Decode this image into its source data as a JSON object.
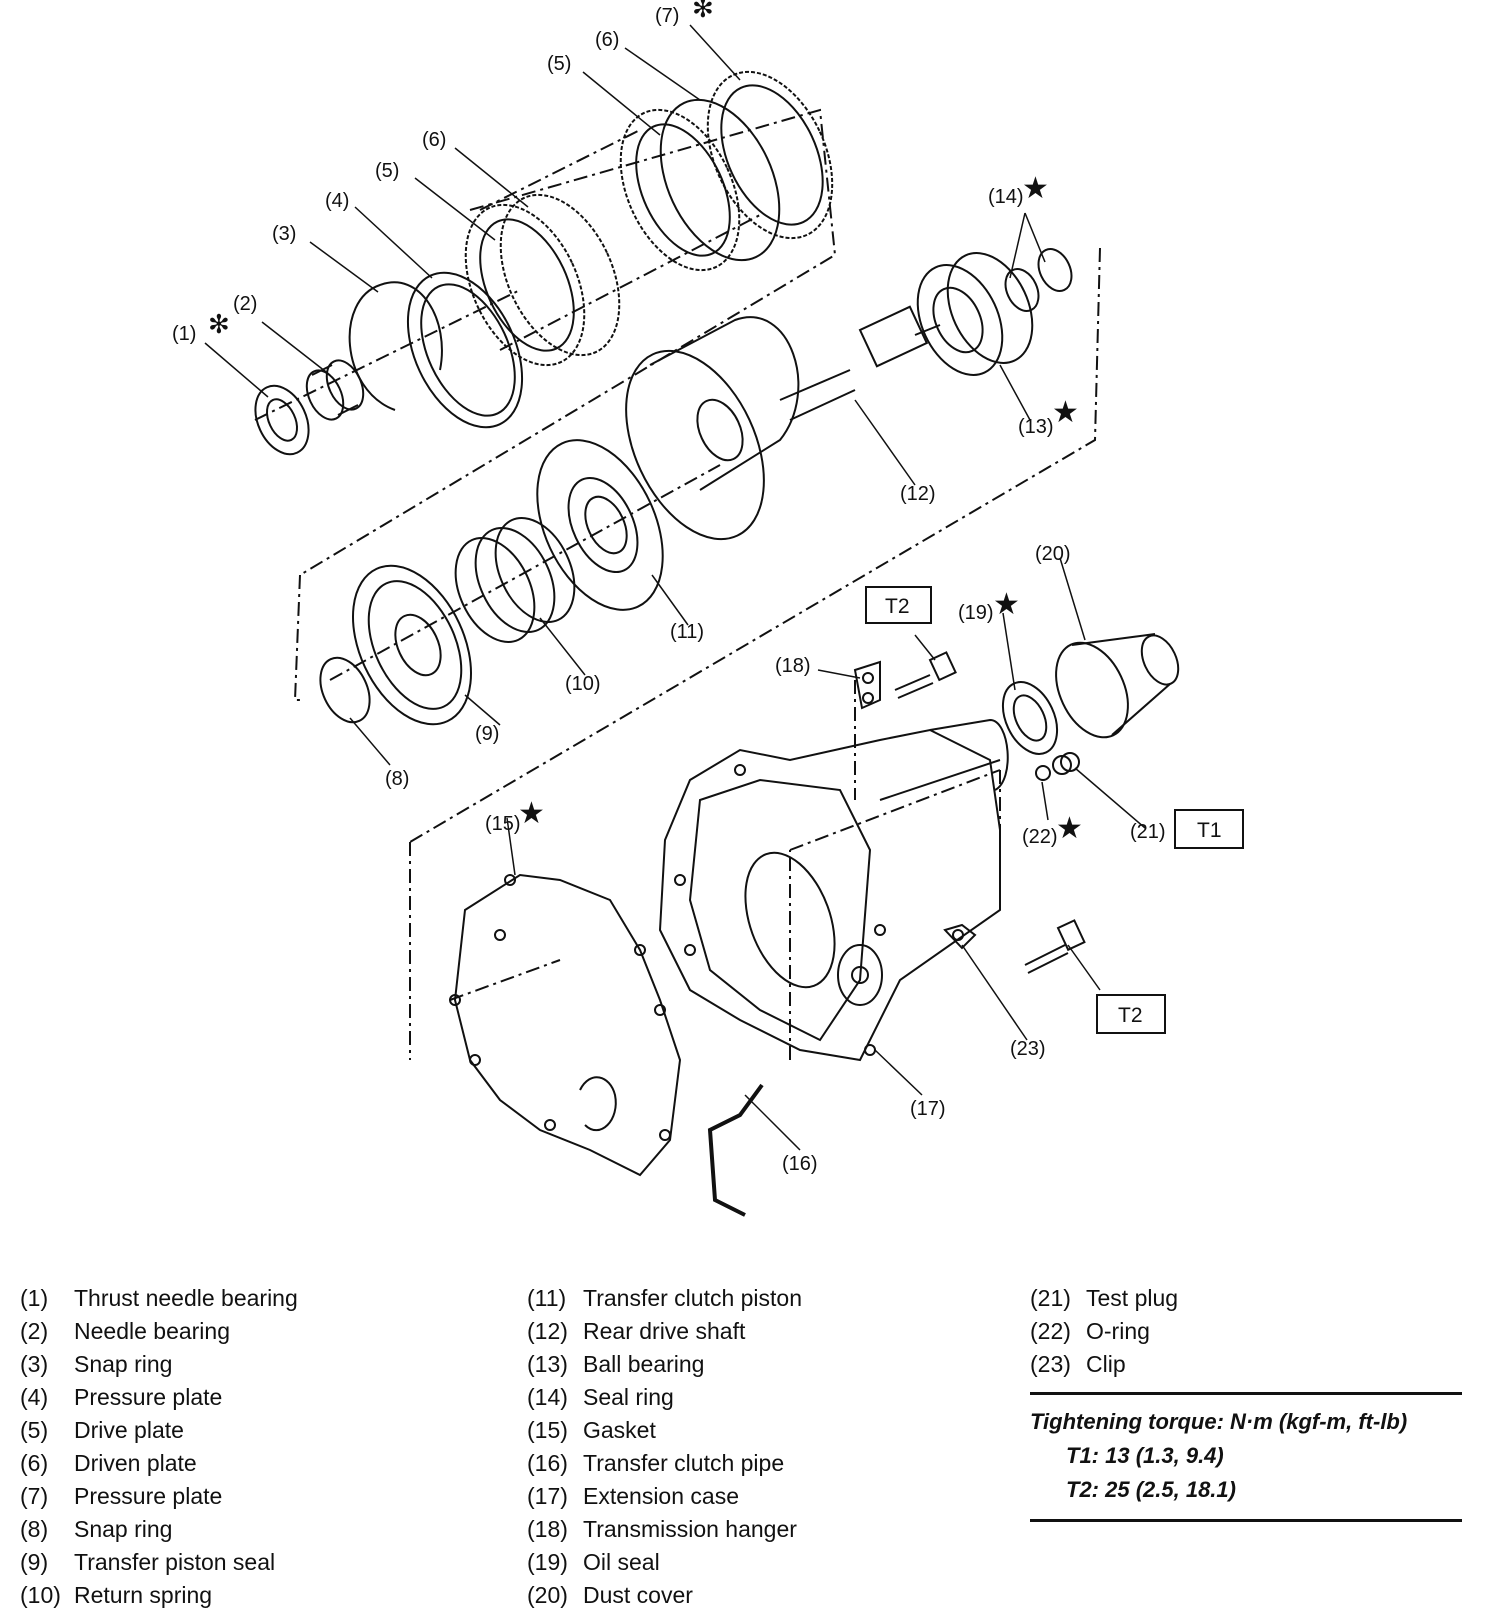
{
  "callouts": {
    "c1": "(1)",
    "c2": "(2)",
    "c3": "(3)",
    "c4": "(4)",
    "c5a": "(5)",
    "c5b": "(5)",
    "c6a": "(6)",
    "c6b": "(6)",
    "c7": "(7)",
    "c8": "(8)",
    "c9": "(9)",
    "c10": "(10)",
    "c11": "(11)",
    "c12": "(12)",
    "c13": "(13)",
    "c14": "(14)",
    "c15": "(15)",
    "c16": "(16)",
    "c17": "(17)",
    "c18": "(18)",
    "c19": "(19)",
    "c20": "(20)",
    "c21": "(21)",
    "c22": "(22)",
    "c23": "(23)"
  },
  "torque_boxes": {
    "t2_top": "T2",
    "t1": "T1",
    "t2_bottom": "T2"
  },
  "symbols": {
    "star": "★",
    "asterisk": "✻"
  },
  "legend": {
    "col1": [
      {
        "num": "(1)",
        "name": "Thrust needle bearing"
      },
      {
        "num": "(2)",
        "name": "Needle bearing"
      },
      {
        "num": "(3)",
        "name": "Snap ring"
      },
      {
        "num": "(4)",
        "name": "Pressure plate"
      },
      {
        "num": "(5)",
        "name": "Drive plate"
      },
      {
        "num": "(6)",
        "name": "Driven plate"
      },
      {
        "num": "(7)",
        "name": "Pressure plate"
      },
      {
        "num": "(8)",
        "name": "Snap ring"
      },
      {
        "num": "(9)",
        "name": "Transfer piston seal"
      },
      {
        "num": "(10)",
        "name": "Return spring"
      }
    ],
    "col2": [
      {
        "num": "(11)",
        "name": "Transfer clutch piston"
      },
      {
        "num": "(12)",
        "name": "Rear drive shaft"
      },
      {
        "num": "(13)",
        "name": "Ball bearing"
      },
      {
        "num": "(14)",
        "name": "Seal ring"
      },
      {
        "num": "(15)",
        "name": "Gasket"
      },
      {
        "num": "(16)",
        "name": "Transfer clutch pipe"
      },
      {
        "num": "(17)",
        "name": "Extension case"
      },
      {
        "num": "(18)",
        "name": "Transmission hanger"
      },
      {
        "num": "(19)",
        "name": "Oil seal"
      },
      {
        "num": "(20)",
        "name": "Dust cover"
      }
    ],
    "col3": [
      {
        "num": "(21)",
        "name": "Test plug"
      },
      {
        "num": "(22)",
        "name": "O-ring"
      },
      {
        "num": "(23)",
        "name": "Clip"
      }
    ]
  },
  "torque": {
    "title": "Tightening torque: N·m (kgf-m, ft-lb)",
    "t1": "T1: 13 (1.3, 9.4)",
    "t2": "T2: 25 (2.5, 18.1)"
  }
}
